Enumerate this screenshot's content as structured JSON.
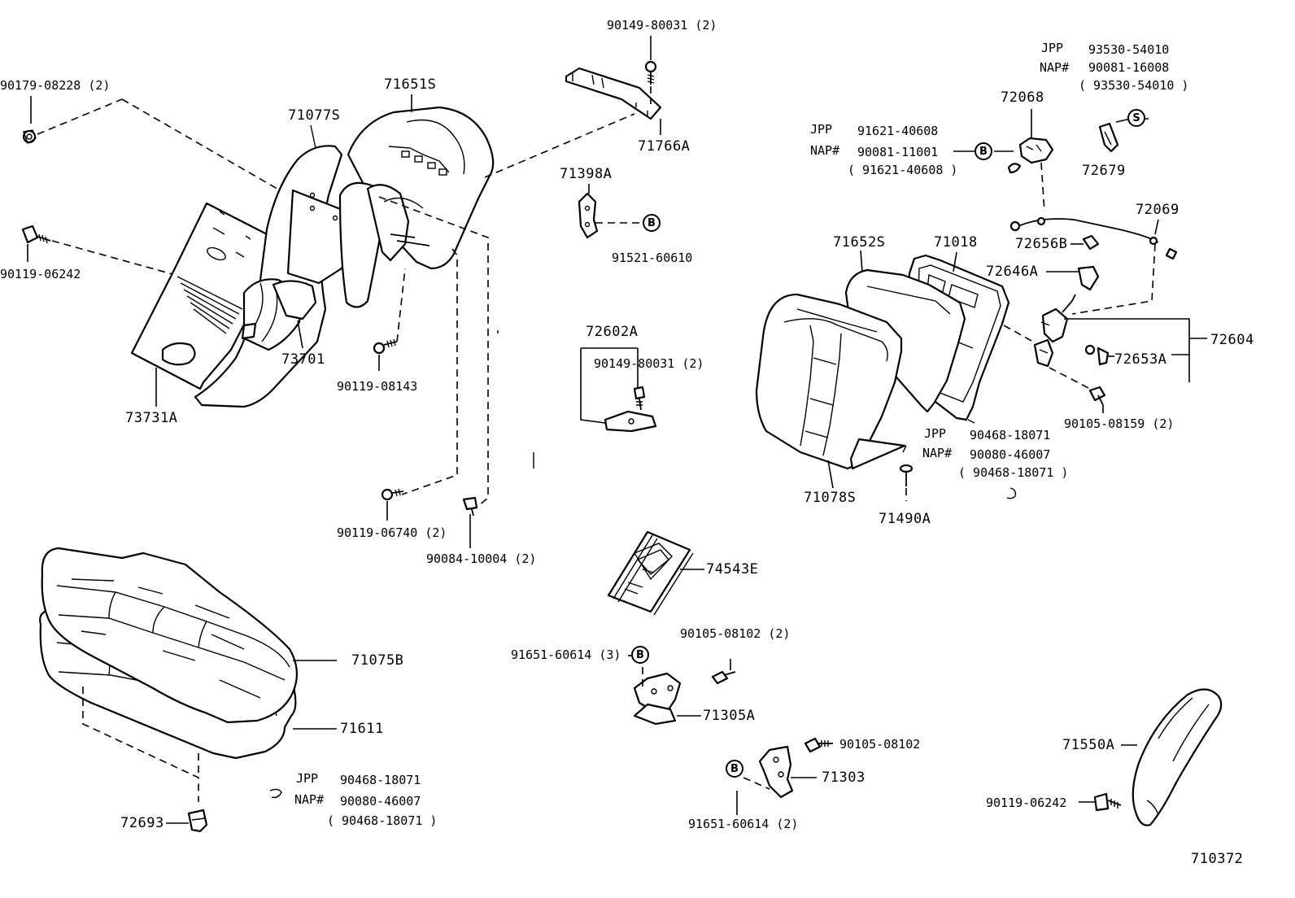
{
  "labels": {
    "p90149_80031_top": "90149-80031 (2)",
    "p90179_08228": "90179-08228 (2)",
    "p71651S": "71651S",
    "p71077S": "71077S",
    "p71766A": "71766A",
    "p90119_06242_left": "90119-06242",
    "p73701": "73701",
    "p90119_08143": "90119-08143",
    "p73731A": "73731A",
    "p90119_06740": "90119-06740 (2)",
    "p90084_10004": "90084-10004 (2)",
    "p71398A": "71398A",
    "p91521_60610": "91521-60610",
    "p72602A": "72602A",
    "p90149_80031_mid": "90149-80031 (2)",
    "p74543E": "74543E",
    "p90105_08102_2": "90105-08102 (2)",
    "p91651_60614_3": "91651-60614 (3)",
    "p71305A": "71305A",
    "p90105_08102": "90105-08102",
    "p71303": "71303",
    "p91651_60614_2": "91651-60614 (2)",
    "p71075B": "71075B",
    "p71611": "71611",
    "p72693": "72693",
    "p72068": "72068",
    "p72679": "72679",
    "p72069": "72069",
    "p71652S": "71652S",
    "p71018": "71018",
    "p72656B": "72656B",
    "p72646A": "72646A",
    "p72604": "72604",
    "p72653A": "72653A",
    "p90105_08159": "90105-08159 (2)",
    "p71078S": "71078S",
    "p71490A": "71490A",
    "p71550A": "71550A",
    "p90119_06242_right": "90119-06242",
    "diagram_id": "710372"
  },
  "notes": {
    "tr_jpp_label": "JPP",
    "tr_jpp_val": "93530-54010",
    "tr_nap_label": "NAP#",
    "tr_nap_val": "90081-16008",
    "tr_paren": "( 93530-54010 )",
    "mr_jpp_label": "JPP",
    "mr_jpp_val": "91621-40608",
    "mr_nap_label": "NAP#",
    "mr_nap_val": "90081-11001",
    "mr_paren": "( 91621-40608 )",
    "cr_jpp_label": "JPP",
    "cr_jpp_val": "90468-18071",
    "cr_nap_label": "NAP#",
    "cr_nap_val": "90080-46007",
    "cr_paren": "( 90468-18071 )",
    "bl_jpp_label": "JPP",
    "bl_jpp_val": "90468-18071",
    "bl_nap_label": "NAP#",
    "bl_nap_val": "90080-46007",
    "bl_paren": "( 90468-18071 )"
  },
  "badges": {
    "b": "B",
    "s": "S"
  },
  "colors": {
    "ink": "#000000",
    "paper": "#ffffff"
  }
}
